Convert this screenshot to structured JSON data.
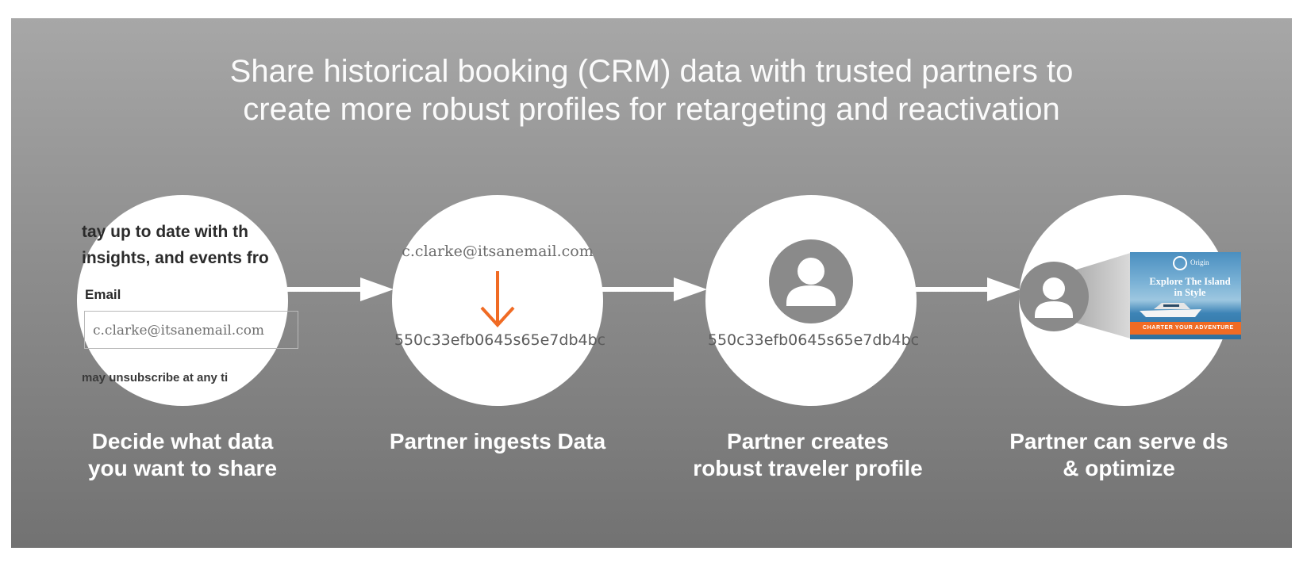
{
  "headline": {
    "line1": "Share historical booking (CRM) data with trusted partners to",
    "line2": "create more robust profiles for retargeting and reactivation"
  },
  "colors": {
    "accent": "#f06b24",
    "icon_gray": "#8a8a8a",
    "arrow": "#ffffff"
  },
  "steps": [
    {
      "caption_line1": "Decide what data",
      "caption_line2": "you want to share",
      "form": {
        "heading_line1": "tay up to date with th",
        "heading_line2": "insights, and events fro",
        "email_label": "Email",
        "email_value": "c.clarke@itsanemail.com",
        "note": "may unsubscribe at any ti"
      }
    },
    {
      "caption_line1": "Partner ingests Data",
      "email": "c.clarke@itsanemail.com",
      "hash": "550c33efb0645s65e7db4bc",
      "icon": "arrow-down-icon"
    },
    {
      "caption_line1": "Partner creates",
      "caption_line2": "robust traveler profile",
      "hash": "550c33efb0645s65e7db4bc",
      "icon": "user-icon"
    },
    {
      "caption_line1": "Partner can serve ds",
      "caption_line2": "& optimize",
      "icon": "user-icon",
      "ad": {
        "brand": "Origin",
        "title_line1": "Explore The Island",
        "title_line2": "in Style",
        "cta": "CHARTER YOUR ADVENTURE"
      }
    }
  ]
}
